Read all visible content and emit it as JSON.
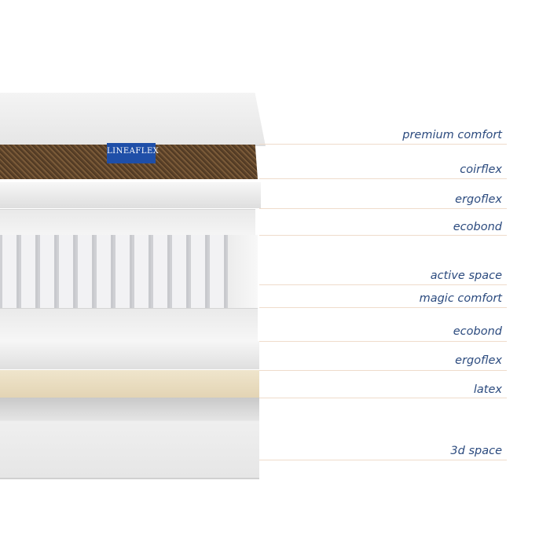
{
  "brand": {
    "logo_text": "LINEAFLEX"
  },
  "layers": [
    {
      "label": "premium comfort"
    },
    {
      "label": "coirflex"
    },
    {
      "label": "ergoflex"
    },
    {
      "label": "ecobond"
    },
    {
      "label": "active space"
    },
    {
      "label": "magic comfort"
    },
    {
      "label": "ecobond"
    },
    {
      "label": "ergoflex"
    },
    {
      "label": "latex"
    },
    {
      "label": "3d space"
    }
  ],
  "colors": {
    "label": "#2b4a7e",
    "leader_line": "#efdccb",
    "brand": "#1f4fa8"
  }
}
